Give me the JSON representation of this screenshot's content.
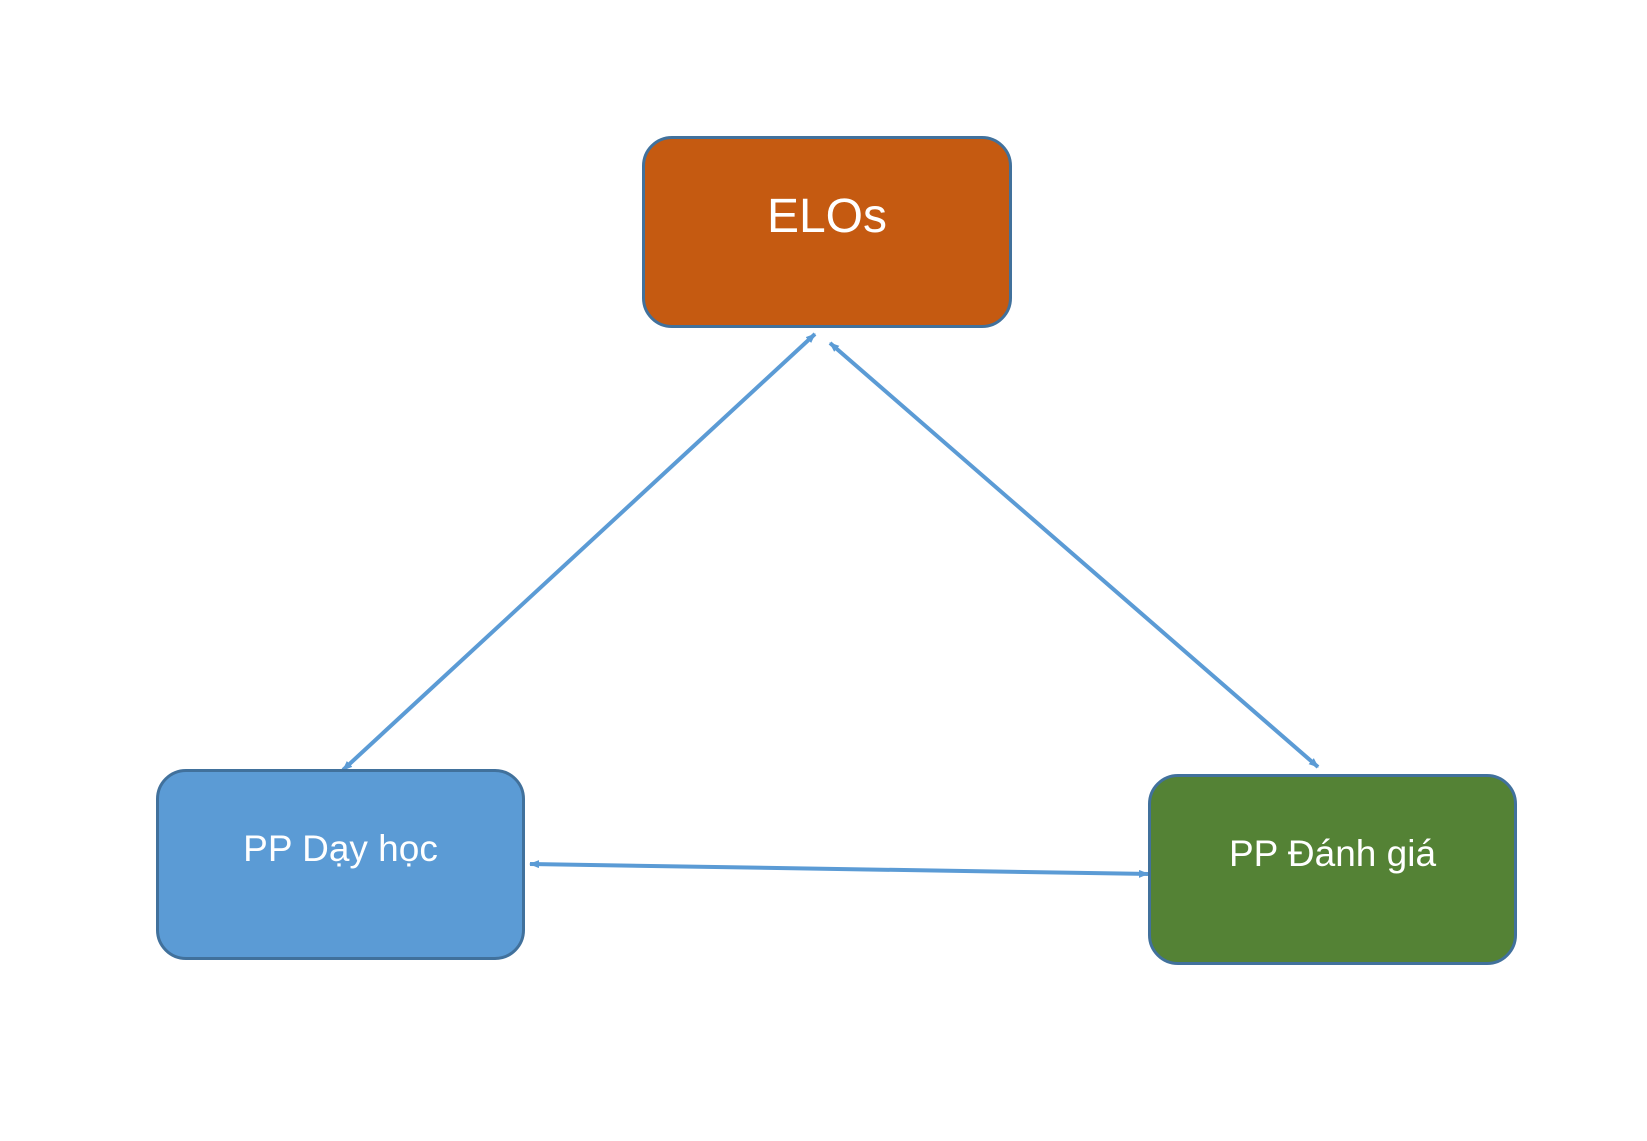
{
  "nodes": {
    "elos": {
      "label": "ELOs",
      "color": "#c55a11"
    },
    "day_hoc": {
      "label": "PP Dạy học",
      "color": "#5b9bd5"
    },
    "danh_gia": {
      "label": "PP Đánh giá",
      "color": "#548235"
    }
  },
  "connector_color": "#5b9bd5",
  "border_color": "#41719c"
}
